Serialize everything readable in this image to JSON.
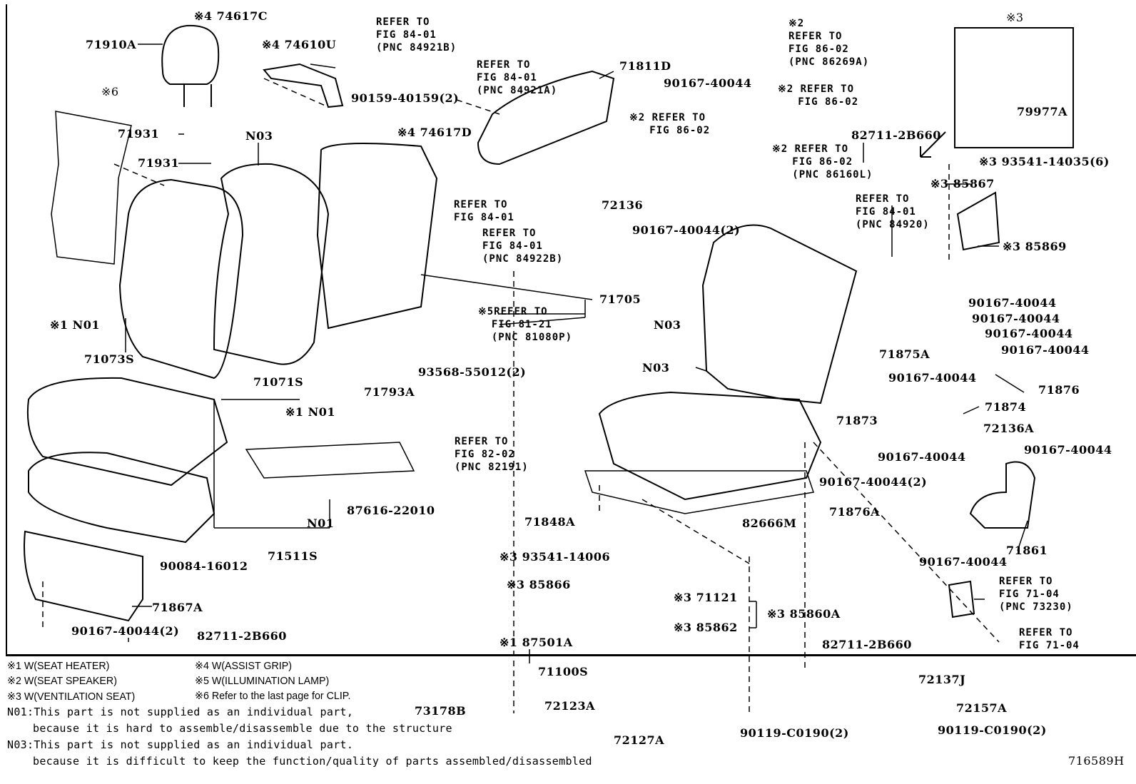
{
  "diagram_id": "716589H",
  "labels": {
    "p71910A": "71910A",
    "p74617C": "※4 74617C",
    "p74610U": "※4 74610U",
    "n6": "※6",
    "p71931a": "71931",
    "p71931b": "71931",
    "n03a": "N03",
    "n01a": "※1 N01",
    "p71073S": "71073S",
    "ref84921B": "REFER TO\nFIG 84-01\n(PNC 84921B)",
    "ref84921A": "REFER TO\nFIG 84-01\n(PNC 84921A)",
    "p90159": "90159-40159(2)",
    "p74617D": "※4 74617D",
    "p71811D": "71811D",
    "p90167a": "90167-40044",
    "ref86269A": "※2\nREFER TO\nFIG 86-02\n(PNC 86269A)",
    "ref8602a": "※2 REFER TO\n   FIG 86-02",
    "ref8602b": "※2 REFER TO\n   FIG 86-02",
    "ref86160L": "※2 REFER TO\n   FIG 86-02\n   (PNC 86160L)",
    "p82711a": "82711-2B660",
    "n3box": "※3",
    "p79977A": "79977A",
    "p93541a": "※3 93541-14035(6)",
    "p85867": "※3 85867",
    "p85869": "※3 85869",
    "ref84920": "REFER TO\nFIG 84-01\n(PNC 84920)",
    "p72136": "72136",
    "ref8401": "REFER TO\nFIG 84-01",
    "ref84922B": "REFER TO\nFIG 84-01\n(PNC 84922B)",
    "p90167b": "90167-40044(2)",
    "p71705": "71705",
    "ref81080P": "※5REFER TO\n  FIG 81-21\n  (PNC 81080P)",
    "n03b": "N03",
    "n03c": "N03",
    "p90167c": "90167-40044",
    "p90167d": "90167-40044",
    "p90167e": "90167-40044",
    "p90167f": "90167-40044",
    "p71875A": "71875A",
    "p90167g": "90167-40044",
    "p71876": "71876",
    "p71873": "71873",
    "p71874": "71874",
    "p72136A": "72136A",
    "p90167h": "90167-40044",
    "p90167i": "90167-40044",
    "p90167j": "90167-40044(2)",
    "p71876A": "71876A",
    "p71861": "71861",
    "p90167k": "90167-40044",
    "ref73230": "REFER TO\nFIG 71-04\n(PNC 73230)",
    "ref7104": "REFER TO\nFIG 71-04",
    "p82711b": "82711-2B660",
    "p82666M": "82666M",
    "p71848A": "71848A",
    "p93541b": "※3 93541-14006",
    "p85866": "※3 85866",
    "p71121": "※3 71121",
    "p85862": "※3 85862",
    "p85860A": "※3 85860A",
    "p87501A": "※1 87501A",
    "p71100S": "71100S",
    "p72137J": "72137J",
    "p72157A": "72157A",
    "p90119a": "90119-C0190(2)",
    "p72123A": "72123A",
    "p72127A": "72127A",
    "p90119b": "90119-C0190(2)",
    "p73178B": "73178B",
    "p82711c": "82711-2B660",
    "p87616": "87616-22010",
    "ref82191": "REFER TO\nFIG 82-02\n(PNC 82191)",
    "p93568": "93568-55012(2)",
    "p71793A": "71793A",
    "p71071S": "71071S",
    "n01b": "※1 N01",
    "n01c": "N01",
    "p71511S": "71511S",
    "p90084": "90084-16012",
    "p71867A": "71867A",
    "p90167l": "90167-40044(2)"
  },
  "legend": {
    "n1": "※1 W(SEAT HEATER)",
    "n2": "※2 W(SEAT SPEAKER)",
    "n3": "※3 W(VENTILATION SEAT)",
    "n4": "※4 W(ASSIST GRIP)",
    "n5": "※5 W(ILLUMINATION LAMP)",
    "n6": "※6 Refer to the last page for CLIP.",
    "n01_line1": "N01:This part is not supplied as an individual part,",
    "n01_line2": "because it is hard to assemble/disassemble due to the structure",
    "n03_line1": "N03:This part is not supplied as an individual part.",
    "n03_line2": "because it is difficult to keep the function/quality of parts assembled/disassembled"
  }
}
